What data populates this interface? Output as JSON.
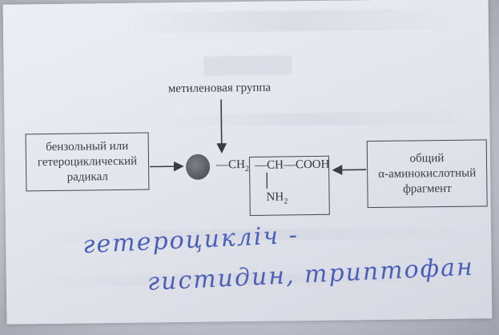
{
  "diagram": {
    "methylene_label": "метиленовая группа",
    "left_box": [
      "бензольный или",
      "гетероциклический",
      "радикал"
    ],
    "right_box": [
      "общий",
      "α-аминокислотный",
      "фрагмент"
    ],
    "formula": {
      "ch2": "CH",
      "ch2_sub": "2",
      "ch": "CH",
      "cooh": "COOH",
      "nh2": "NH",
      "nh2_sub": "2"
    }
  },
  "handwriting": {
    "line1": "гетероцикліч -",
    "line2": "гистидин, триптофан"
  }
}
